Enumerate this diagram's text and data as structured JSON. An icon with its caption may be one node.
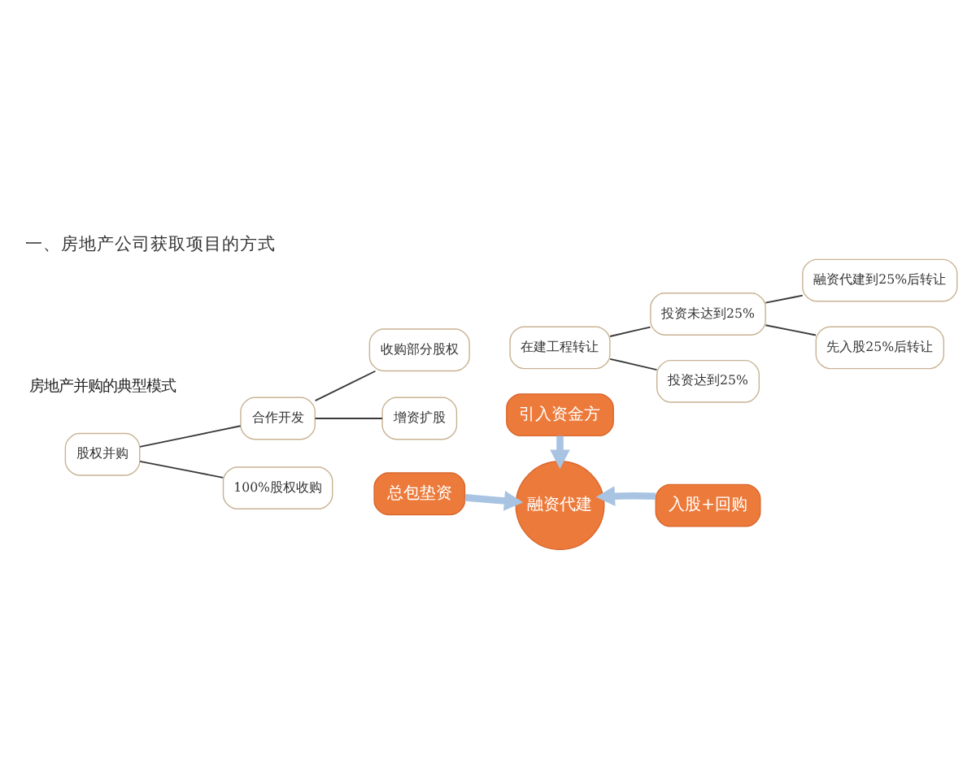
{
  "diagram": {
    "title": "一、房地产公司获取项目的方式",
    "nodes": [
      {
        "text": [
          "股权并购"
        ]
      },
      {
        "text": [
          "合作开发"
        ]
      },
      {
        "text": [
          "100%股权收购"
        ]
      },
      {
        "text": [
          "收购部分股权"
        ]
      },
      {
        "text": [
          "增资扩股"
        ]
      },
      {
        "text": [
          "在建工程转让"
        ]
      },
      {
        "text": [
          "投资未达到25%"
        ]
      },
      {
        "text": [
          "投资达到25%"
        ]
      },
      {
        "text": [
          "融资代建到25%后转让"
        ]
      },
      {
        "text": [
          "先入股25%后转让"
        ]
      },
      {
        "text": [
          "总包垫资"
        ]
      },
      {
        "text": [
          "引入资金方"
        ]
      },
      {
        "text": [
          "入股+回购"
        ]
      },
      {
        "text": [
          "融资代建"
        ]
      }
    ],
    "edges": [
      {
        "from": 0,
        "to": 1,
        "arrow": "none"
      },
      {
        "from": 0,
        "to": 2,
        "arrow": "none"
      },
      {
        "from": 1,
        "to": 3,
        "arrow": "none"
      },
      {
        "from": 1,
        "to": 4,
        "arrow": "none"
      },
      {
        "from": 5,
        "to": 6,
        "arrow": "none"
      },
      {
        "from": 5,
        "to": 7,
        "arrow": "none"
      },
      {
        "from": 6,
        "to": 8,
        "arrow": "none"
      },
      {
        "from": 6,
        "to": 9,
        "arrow": "none"
      },
      {
        "from": 10,
        "to": 13,
        "arrow": "to",
        "style": "thick",
        "color": "#a8c4e2"
      },
      {
        "from": 11,
        "to": 13,
        "arrow": "to",
        "style": "thick",
        "color": "#a8c4e2"
      },
      {
        "from": 12,
        "to": 13,
        "arrow": "to",
        "style": "thick",
        "color": "#a8c4e2"
      }
    ],
    "labels": [
      "房地产并购的典型模式"
    ]
  }
}
